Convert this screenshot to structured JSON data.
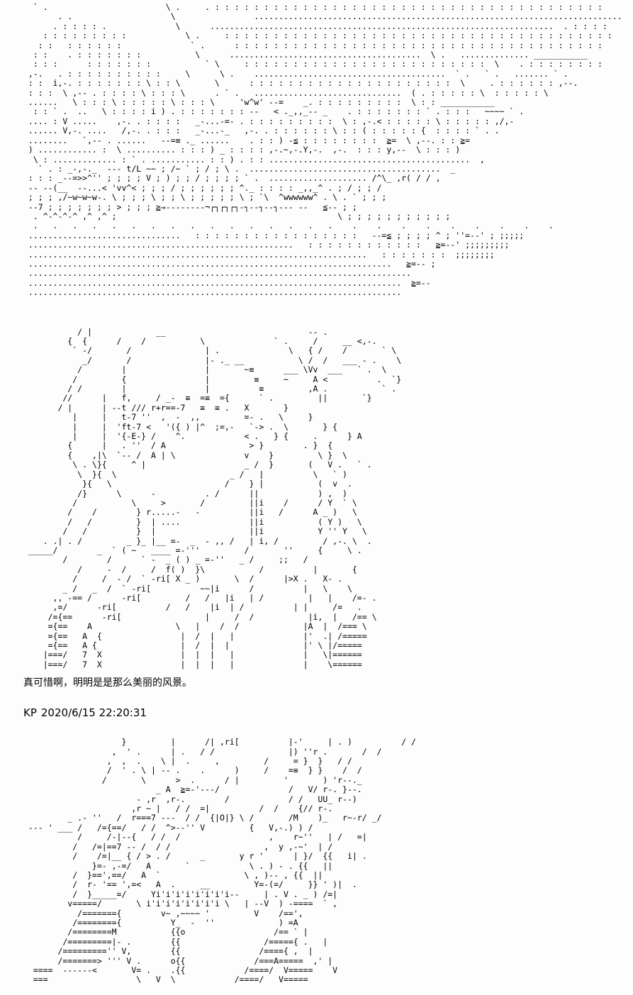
{
  "page": {
    "background": "#fdfdfd",
    "text_color": "#000000"
  },
  "caption": {
    "text": "真可惜啊，明明是是那么美丽的风景。"
  },
  "footer": {
    "poster": "KP",
    "timestamp": "2020/6/15 22:20:31"
  },
  "aa_blocks": [
    {
      "name": "landscape-sky-clouds-and-shore",
      "lines": [
        "  ` .                        \\ .     . : : : : : : : : : : : : : : : : : : : : : : : : : : : : : : : : : : : : : : : :",
        "       . .                    \\                ...........................................................................",
        "      . : : : : .              \\      ......................................................................  . : : : :",
        "    : : : : : : : : :            \\ .     : : : : : : : : : : : : : : : : : : : : : : : : : : : : : : : : : : : : : : : :",
        "   : :   : : : : : :              ` .      : : : : : : : : : : : : : : : : : : : : : : : : : : : : : : : : : : : : : :",
        "  : :    . : : : : : : :           \\      .......................................  \\ .   .............. ___________",
        "  : : :      : : : : : : :           ` \\     : : : : : : : : : : : : : : : : : : : : : : : : :  \\    . : : : : : : : :",
        " ,-.   . : : : : : : : : : :     \\      \\ .    .......................................  ` .   ` .   ....... ` .",
        " : :  i,-. : : : : : : : \\ : : \\       \\      : : : : : : : : : : : : : : : : : : : : :  \\     . : : : : : : ,--.",
        " : : :  \\ ,-- . : : : : \\ : : : \\      . ` .   ..............................  ( . : : : : : \\  : : : : : \\",
        " ......   \\ : : : \\ : : : : : \\ : : : \\     'w^w' --=    _. : : : : : : : : :  \\ : : ___________",
        "  : : ` .  ..   \\ : : : : i ) . : : : : : : : --   < ._,,_-- _    . : : : : : : : ` . : : :   ~~~~ ` .",
        " .... : V .....    ,-. . : : : :   _-...-=- . : : : : : : : : :  \\ : ,-.< : : : : : \\ : : : : : ,/,-",
        " ...... V,-. ....   /,-. . : : :   _-...-_   ,-. . : : : : : : \\ : : ( : : : : : {  : : : : ` . .",
        " ........   `,-- . ......   --=≡ ._ ......    . : : ) -≦ : : : : : : : :  ≧=  \\ ,--. : : ≧=",
        " ) ............ :  \\ .......... : : : ) _ : : : : ,-.~,-.Y,-.  ,-.  : : : y,--  \\ : : : )",
        "  \\ : ............. : ` . ........... : : ) . : : .........................................  ,",
        "   ` . : _-,-._  --- t/L ~~ ; /~ ` ; / ; \\ .  .......................................  _",
        " : : : _--=>>^'' ; ; ; ; V ; ) ; ; / ; ; ; ; ` .  .................... /^\\_ ,r( / / ,",
        " -- --(__  --...< 'vv^< ; ; ; / ; ; ; ; ; ; ^._ : : : : _,,_^ . ; / ; ; /",
        " ; ; ; ,/~w~w~w-. \\ ; ; ; \\ ; ; \\ ; ; ; ; ; \\ ; `\\  ^wwwwww^ . \\ . ` ; ; ;",
        " --7 ; ; ; ; ; ; ; > ; ; ; ≧⇒--------¬┌┐┌┐┌┐-┐--┐--┐--- --   ≦-- ; ;",
        "  . ^-^-^-^ ,^ ,^ ;                                             \\ ; ; ; ; ; ; ; ; ; ; ;",
        "  .   .   .   .   .   .   .   .   .   .   .   .   .   .   .   .    .    .    .    .    .    .    .    .    .",
        " ...............................   : : : : : : : : : : : : : : : : :   --=≦ ; ; ; ; ^ ; ''=--' ; ;;;;;",
        " ......................................................   : : : : : : : : : : : :   ≧=--' ;;;;;;;;;",
        " .....................................................................   : : : : : : :  ;;;;;;;;",
        " ..........................................................................   ≧=-- ;",
        " ..............................................................................",
        " ............................................................................  ≧=--",
        " ............................................................................"
      ]
    },
    {
      "name": "character-portrait-1",
      "lines": [
        "           / |             __                             -- .",
        "         {  {      /    /           \\              ` .     /     __ <,-.",
        "          ` -/       /               | .              \\   { /    /       ` \\",
        "            _/       /               |- ._ __           \\ /  /   ___ - .    \\",
        "           /        |                |       ~≡      ___ \\Vv  ___   ` .  \\",
        "          /         {                |         ≡     ~     A <          .  `}",
        "         / /        |                |          ≡         ,A .           ` .",
        "        //      |   f,     / _-  ≡  =≡  ={      ` .         ||       `}",
        "       / |      | --t /// r+r==-7   ≡  ≡ .   X       }",
        "          |     |   t-7 ''  ,  -  ,,         =- .   \\     }",
        "          |     |  'ft-7 <   '({ ) |^  ;=,-   `-> .  \\       } {",
        "          |     |  '{-E-} /    ^.            < .   } {     .      } A",
        "         {      |   . ''  / A                 > }        . }  {",
        "         {    ,|\\  `-- /  A | \\              v    }         \\ }  \\",
        "          \\ . \\}{     ^ |                    _ /  }       (   V .   ` .",
        "           \\  }{  \\                       _ /   |          \\   ` )",
        "            }{   \\                       /    } |           (  v  .",
        "           /}      \\      -          . /      ||            ) ,  )",
        "          /           \\     >       /         ||i    /      / Y  ` \\",
        "         /    /        } r.....-   -          ||i   /      A _ )   \\",
        "         /   /         }  | ....              ||i           ( Y )   \\",
        "        /   /          }  |                   ||i           Y '' Y   \\",
        "    . .| . /         _ }_ |__ =-  _  - ,, /   | i, /         / ,-. \\  .",
        " _____/        _  ` ( ~   ____ =-'''         /       ''     {     \\ .",
        "        /        /      ` -  _ ( ) _ =-''   _ /     ;;   /",
        "           /     -  /     /  f( )  }\\           /          |       {",
        "          /     /  - /  ` -ri[ X _ )       \\  /      |>X .   X- .",
        "        _ /   _  /  ` -ri[          ~~|i      /          |   \\    \\",
        "      ,, -== /      -ri[         /   /   |i   | /         |   |    /=- .",
        "      ,=/      -ri[          /   /    |i  | /          | |     /=   .",
        "     /={==      -ri[                 |     /  /           |i,  |   /== \\",
        "     ={==    A                 \\   |    /  /             |A  |  /=== \\",
        "     ={==   A  {                |  /  |   |              |'  .| /=====",
        "     ={==   A {                 |  /  |  |               |' \\ |/=====",
        "    |===/   7  X                |  |  |   |              |   \\|======",
        "    |===/   7  X                |  |  |   |              |    \\======"
      ]
    },
    {
      "name": "character-portrait-2",
      "lines": [
        "                    }         |      /| ,ri[          |-'     | . )          / /",
        "                  ,  ' .      | .   / /               |) ''r .       /  /",
        "                 ,  ,  .    \\ |  .     ,         /     = }  }   / /",
        "                 /  ' . \\ | -- .    .      )     /    =≡  } }    /  /",
        "                /       \\      >  .      / |         '       ) 'r--._",
        "                           _ A  ≧=-'---/              /   V/ r-. }--.",
        "                       - ,r  ,r-.        /            / /   UU_ r--)",
        "                      ,r ~ |   / /  =|          /  /    {// r-.",
        "         _ .- ''   /  r===7 ---  / /  {|O|} \\ /       /M    )_   r~-r/ _/",
        " --- ' ___ /   /={==/   / /  ^>--'' V         {   V,-.) ) /",
        "           /     /-|--{   / /  /                  ,    r~''   | /   =|",
        "          /   /=|==7 -- /  / /                   ,  y ,-~'  | /",
        "          /    /=|__ { / > . /      _       y r '      | }/  {{   i| .",
        "              }=- ,-=/   A       `            \\ . ) - . {{   ||",
        "          /  }==',==/   A  `                 \\ , )-- , {{  ||",
        "          /  r- '== ',=<   A  .     __         Y=-(=/     }} ' )|  .",
        "          /  }_____=/     Yi'i'i'i'i'i'i'i--     | . V . _ ) /=|",
        "         v=====/       \\ i'i'i'i'i'i'i'i \\   | --V  ) -====  ` ,",
        "           /======={        v~ ,~~~~ '         V    /==',",
        "          /========{          Y_  -  ''             ) =A",
        "         /========M           {{o                  /== ` |",
        "        /=========|- .        {{                 /====={ .   |",
        "       /========='' V,        {{                /===={ ,  |",
        "       /=======> ''' V .      o{{              /===A=====  ,' |",
        "  ====  ------<       V= .    .{{            /====/  V=====    V",
        "  ===                  \\   V  \\            /====/   V====="
      ]
    }
  ]
}
